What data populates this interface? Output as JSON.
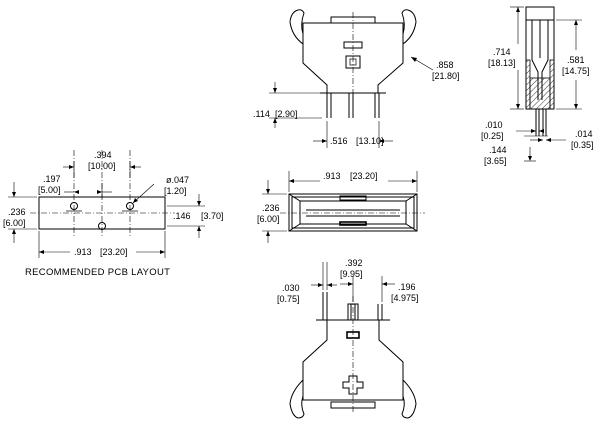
{
  "views": {
    "top_side": {
      "diameter": ".858",
      "diameter_mm": "[21.80]",
      "pin_height": ".114",
      "pin_height_mm": "[2.90]",
      "pin_spacing": ".516",
      "pin_spacing_mm": "[13.10]"
    },
    "side": {
      "height_total": ".714",
      "height_total_mm": "[18.13]",
      "height_inner": ".581",
      "height_inner_mm": "[14.75]",
      "thickness": ".010",
      "thickness_mm": "[0.25]",
      "lead_width": ".014",
      "lead_width_mm": "[0.35]",
      "lead_length": ".144",
      "lead_length_mm": "[3.65]"
    },
    "top": {
      "width": ".913",
      "width_mm": "[23.20]",
      "height": ".236",
      "height_mm": "[6.00]"
    },
    "front": {
      "pin_width": ".030",
      "pin_width_mm": "[0.75]",
      "center_spacing": ".392",
      "center_spacing_mm": "[9.95]",
      "offset": ".196",
      "offset_mm": "[4.975]"
    },
    "pcb": {
      "hole_spacing_x": ".394",
      "hole_spacing_x_mm": "[10.00]",
      "hole_offset": ".197",
      "hole_offset_mm": "[5.00]",
      "hole_diameter": "ø.047",
      "hole_diameter_mm": "[1.20]",
      "height": ".236",
      "height_mm": "[6.00]",
      "row_spacing": ".146",
      "row_spacing_mm": "[3.70]",
      "width": ".913",
      "width_mm": "[23.20]",
      "caption": "RECOMMENDED PCB LAYOUT"
    }
  }
}
